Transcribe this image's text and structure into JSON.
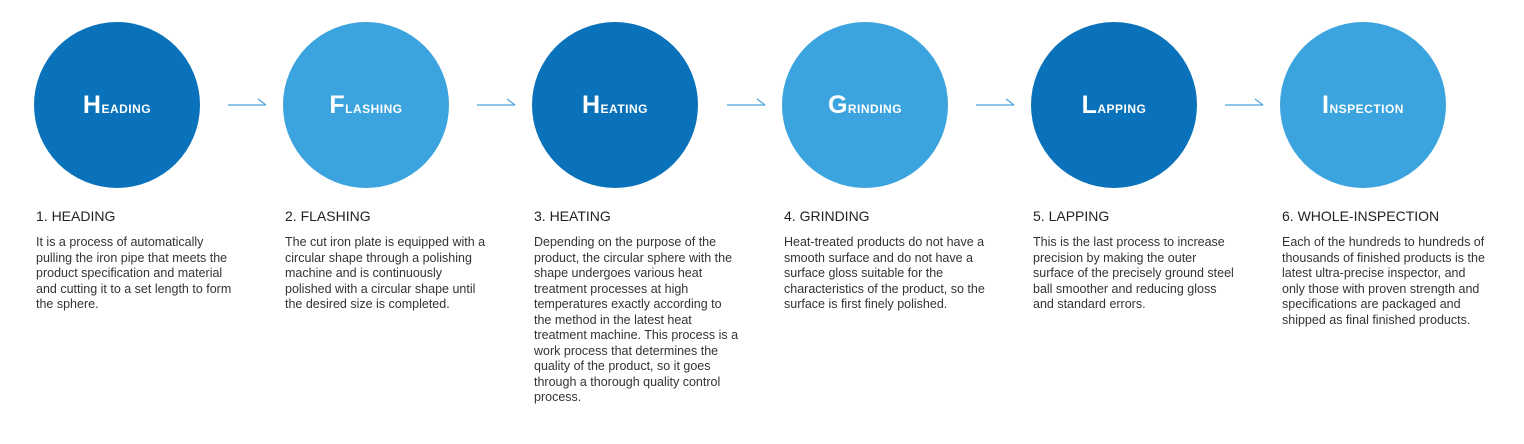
{
  "colors": {
    "dark_blue": "#0a72ba",
    "light_blue": "#3ba3dd",
    "arrow": "#4aa3dc"
  },
  "steps": [
    {
      "circle_title": "Heading",
      "heading": "1. HEADING",
      "description": "It is a process of automatically pulling the iron pipe that meets the product specification and material and cutting it to a set length to form the sphere."
    },
    {
      "circle_title": "Flashing",
      "heading": "2. FLASHING",
      "description": "The cut iron plate is equipped with a circular shape through a polishing machine and is continuously polished with a circular shape until the desired size is completed."
    },
    {
      "circle_title": "Heating",
      "heading": "3. HEATING",
      "description": "Depending on the purpose of the product, the circular sphere with the shape undergoes various heat treatment processes at high temperatures exactly according to the method in the latest heat treatment machine. This process is a work process that determines the quality of the product, so it goes through a thorough quality control process."
    },
    {
      "circle_title": "Grinding",
      "heading": "4. GRINDING",
      "description": "Heat-treated products do not have a smooth surface and do not have a surface gloss suitable for the characteristics of the product, so the surface is first finely polished."
    },
    {
      "circle_title": "Lapping",
      "heading": "5. LAPPING",
      "description": "This is the last process to increase precision by making the outer surface of the precisely ground steel ball smoother and reducing gloss and standard errors."
    },
    {
      "circle_title": "Inspection",
      "heading": "6. WHOLE-INSPECTION",
      "description": "Each of the hundreds to hundreds of thousands of finished products is the latest ultra-precise inspector, and only those with proven strength and specifications are packaged and shipped as final finished products."
    }
  ]
}
